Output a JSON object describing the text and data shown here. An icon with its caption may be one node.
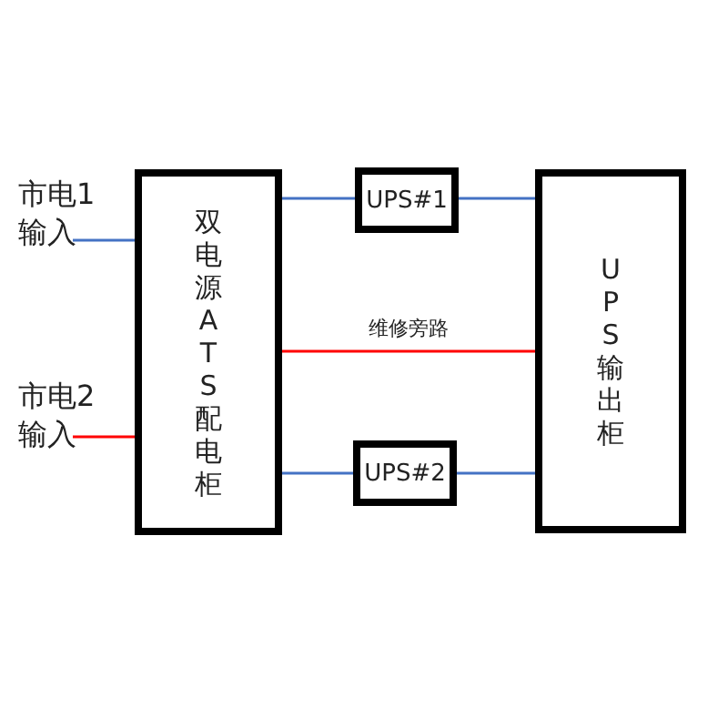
{
  "diagram": {
    "nodes": [
      {
        "text": [
          "市电1输入"
        ]
      },
      {
        "text": [
          "市电2输入"
        ]
      },
      {
        "text": [
          "双电源ATS配电柜"
        ]
      },
      {
        "text": [
          "UPS#1"
        ]
      },
      {
        "text": [
          "UPS#2"
        ]
      },
      {
        "text": [
          "UPS输出柜"
        ]
      }
    ],
    "edges": [
      {
        "from": 0,
        "to": 2,
        "arrow": "none"
      },
      {
        "from": 1,
        "to": 2,
        "arrow": "none",
        "color": "#ff0000"
      },
      {
        "from": 2,
        "to": 3,
        "arrow": "none"
      },
      {
        "from": 3,
        "to": 5,
        "arrow": "none"
      },
      {
        "from": 2,
        "to": 5,
        "arrow": "none",
        "label": "维修旁路",
        "color": "#ff0000"
      },
      {
        "from": 2,
        "to": 4,
        "arrow": "none"
      },
      {
        "from": 4,
        "to": 5,
        "arrow": "none"
      }
    ]
  }
}
